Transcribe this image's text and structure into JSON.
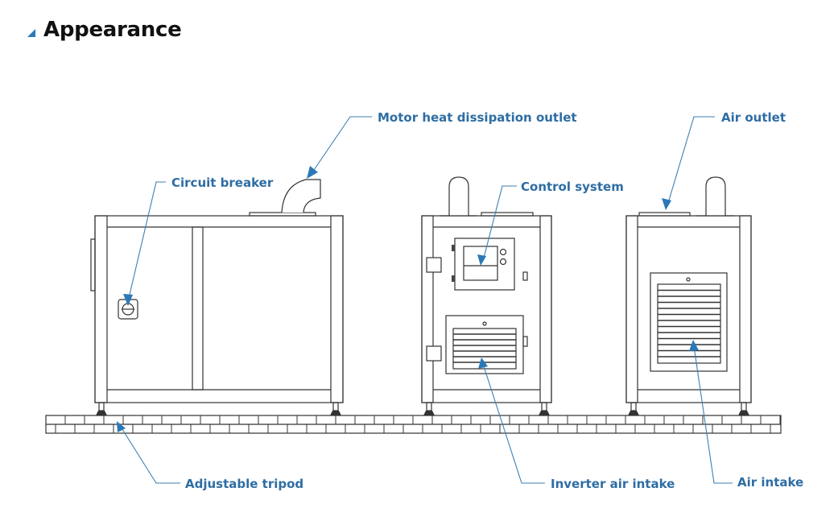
{
  "section": {
    "title": "Appearance",
    "marker_icon": "triangle-marker"
  },
  "labels": {
    "motor_heat": "Motor heat dissipation outlet",
    "circuit_breaker": "Circuit breaker",
    "control_system": "Control system",
    "air_outlet": "Air outlet",
    "adjustable_tripod": "Adjustable tripod",
    "inverter_air_intake": "Inverter air intake",
    "air_intake": "Air intake"
  },
  "colors": {
    "label": "#2e6da4",
    "arrow": "#2a78b8",
    "line": "#333333"
  }
}
